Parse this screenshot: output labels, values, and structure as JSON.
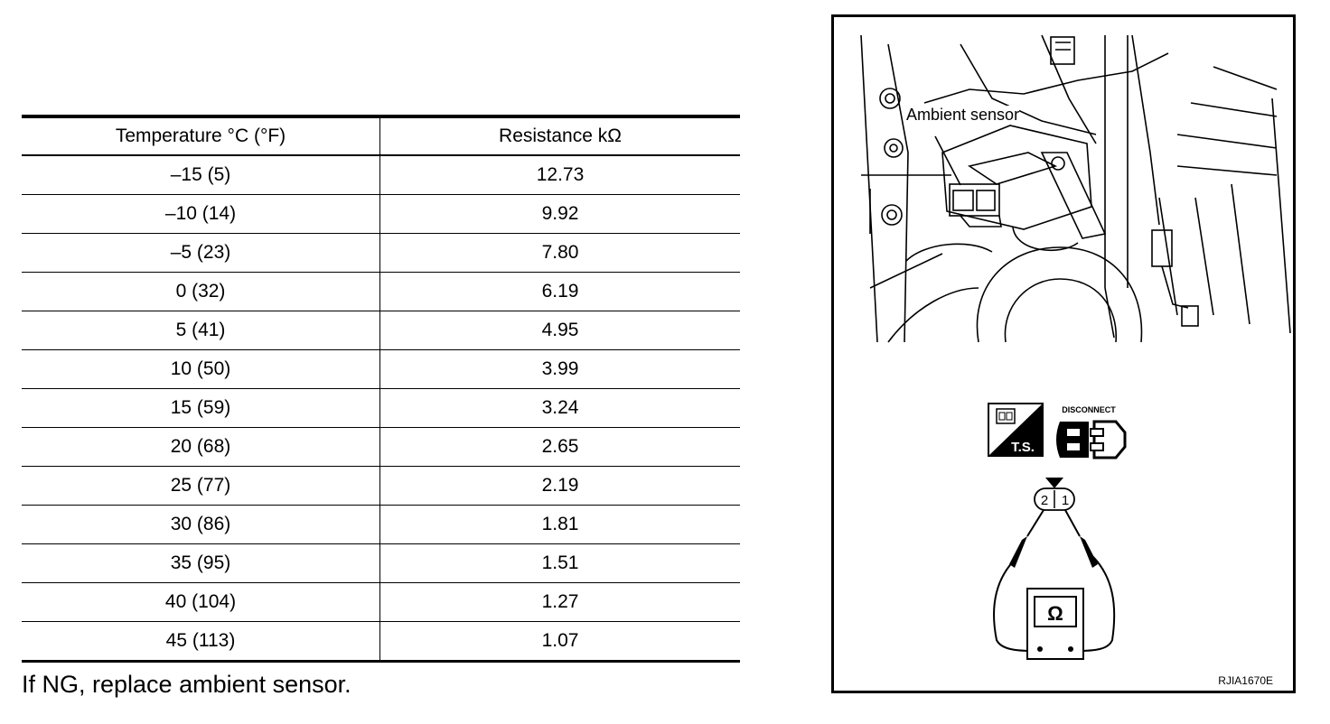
{
  "table": {
    "headers": [
      "Temperature °C (°F)",
      "Resistance kΩ"
    ],
    "rows": [
      [
        "–15 (5)",
        "12.73"
      ],
      [
        "–10 (14)",
        "9.92"
      ],
      [
        "–5 (23)",
        "7.80"
      ],
      [
        "0 (32)",
        "6.19"
      ],
      [
        "5 (41)",
        "4.95"
      ],
      [
        "10 (50)",
        "3.99"
      ],
      [
        "15 (59)",
        "3.24"
      ],
      [
        "20 (68)",
        "2.65"
      ],
      [
        "25 (77)",
        "2.19"
      ],
      [
        "30 (86)",
        "1.81"
      ],
      [
        "35 (95)",
        "1.51"
      ],
      [
        "40 (104)",
        "1.27"
      ],
      [
        "45 (113)",
        "1.07"
      ]
    ]
  },
  "note": "If NG, replace ambient sensor.",
  "figure": {
    "callout": "Ambient sensor",
    "ts_label": "T.S.",
    "disconnect_label": "DISCONNECT",
    "pin_left": "2",
    "pin_right": "1",
    "meter_symbol": "Ω",
    "figure_id": "RJIA1670E",
    "icons": [
      "ts-connector-icon",
      "disconnect-icon",
      "ohmmeter-icon"
    ]
  }
}
